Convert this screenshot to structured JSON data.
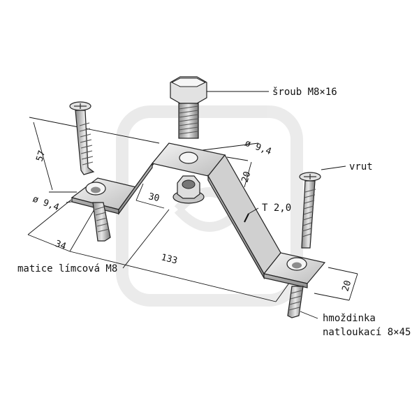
{
  "labels": {
    "bolt": "šroub M8×16",
    "screw": "vrut",
    "thickness": "T 2,0",
    "nut": "matice límcová M8",
    "anchor_line1": "hmoždinka",
    "anchor_line2": "natloukací 8×45"
  },
  "dimensions": {
    "hole_dia_top": "ø 9,4",
    "hole_dia_left": "ø 9,4",
    "height": "57",
    "width_top": "20",
    "flat_top": "30",
    "foot_offset": "34",
    "total_length": "133",
    "width_right": "20"
  },
  "colors": {
    "metal_light": "#e8e8e8",
    "metal_mid": "#c9c9c9",
    "metal_dark": "#9a9a9a",
    "line": "#111111"
  }
}
